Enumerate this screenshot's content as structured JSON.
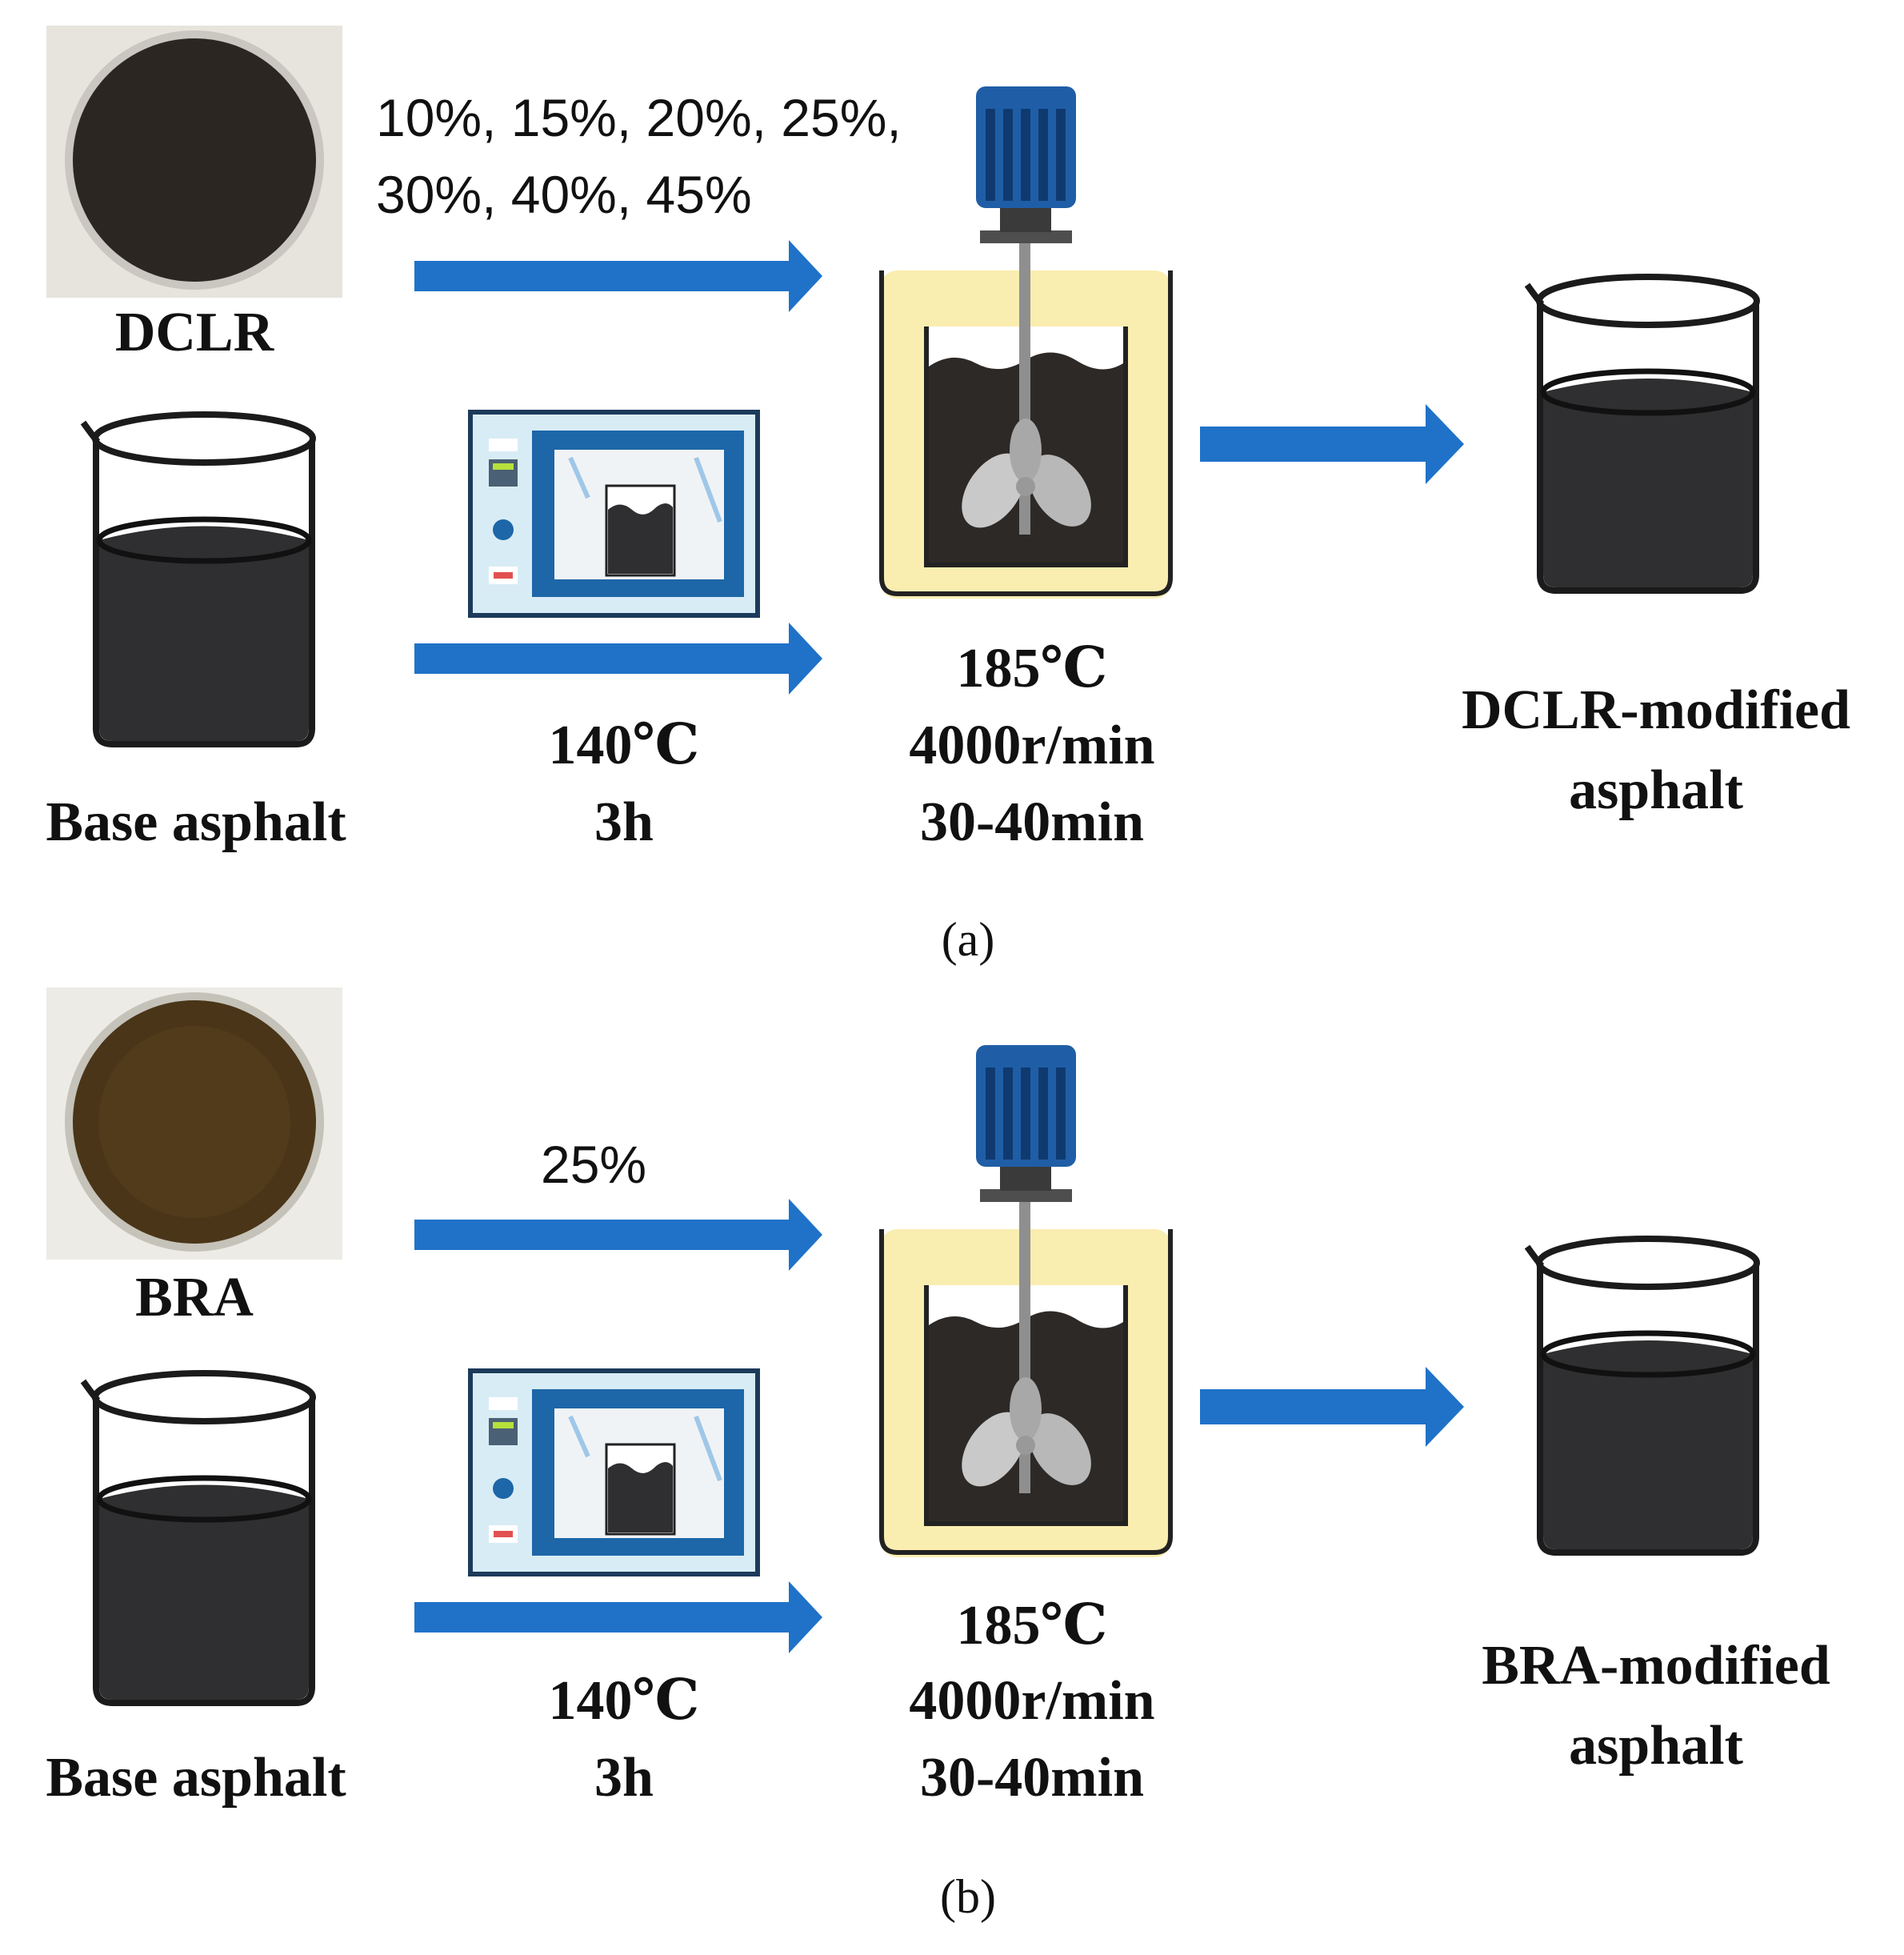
{
  "panel_a": {
    "sample_label": "DCLR",
    "ratios_line1": "10%, 15%, 20%, 25%,",
    "ratios_line2": "30%, 40%, 45%",
    "base_label": "Base asphalt",
    "oven_temp": "140℃",
    "oven_time": "3h",
    "mix_temp": "185℃",
    "mix_speed": "4000r/min",
    "mix_time": "30-40min",
    "product_line1": "DCLR-modified",
    "product_line2": "asphalt",
    "caption": "(a)",
    "sample_color": "#2b2622"
  },
  "panel_b": {
    "sample_label": "BRA",
    "ratios_line1": "25%",
    "base_label": "Base asphalt",
    "oven_temp": "140℃",
    "oven_time": "3h",
    "mix_temp": "185℃",
    "mix_speed": "4000r/min",
    "mix_time": "30-40min",
    "product_line1": "BRA-modified",
    "product_line2": "asphalt",
    "caption": "(b)",
    "sample_color": "#4a3518"
  },
  "colors": {
    "arrow": "#1f72c8",
    "asphalt": "#2f2f31",
    "bath": "#faedb0",
    "motor": "#1f5ea6",
    "oven_frame": "#1d66a8"
  }
}
